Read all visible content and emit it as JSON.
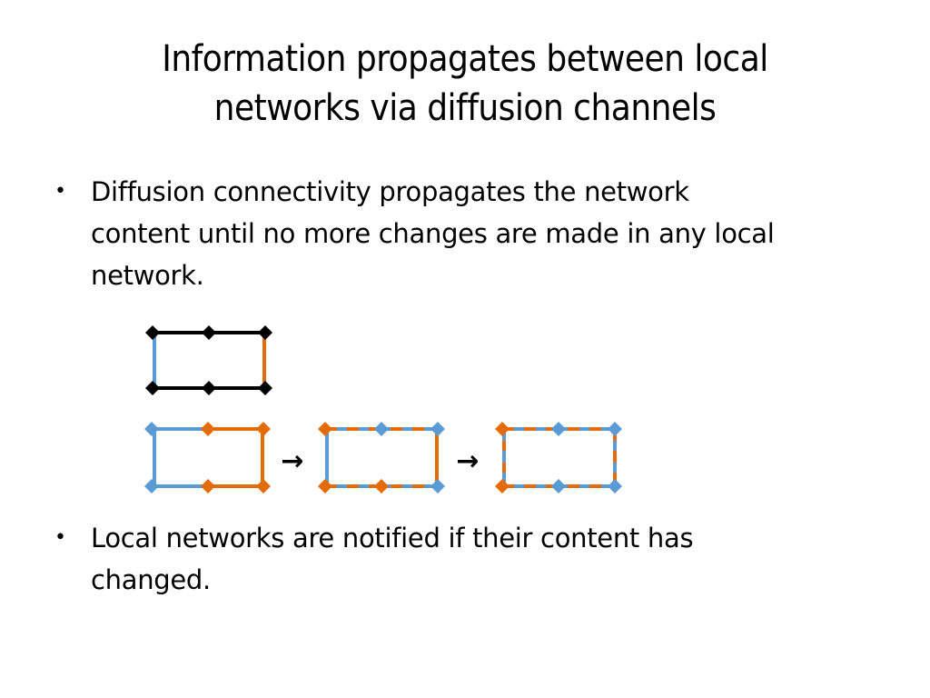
{
  "slide": {
    "title_lines": [
      "Information propagates between local",
      "networks via diffusion channels"
    ],
    "bullets": [
      {
        "symbol": "•",
        "lines": [
          "Diffusion connectivity propagates the network",
          "content until no more changes are made in any local",
          "network."
        ]
      },
      {
        "symbol": "•",
        "lines": [
          "Local networks are notified if their content has",
          "changed."
        ]
      }
    ]
  },
  "diagram": {
    "colors": {
      "black": "#000000",
      "blue": "#5b9bd5",
      "orange": "#e36c09"
    },
    "arrow_glyph": "→"
  }
}
